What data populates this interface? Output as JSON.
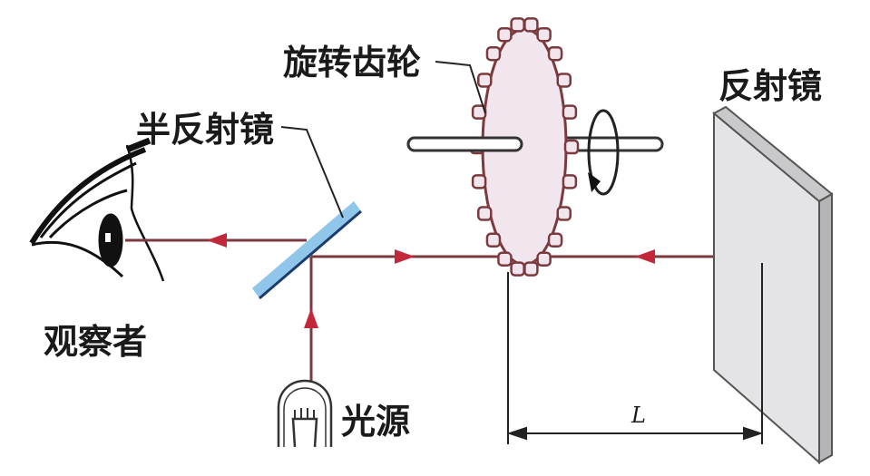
{
  "labels": {
    "rotating_gear": "旋转齿轮",
    "half_mirror": "半反射镜",
    "mirror": "反射镜",
    "observer": "观察者",
    "light_source": "光源",
    "distance": "L"
  },
  "colors": {
    "ray": "#7a3a3e",
    "arrow": "#c2283a",
    "half_mirror": "#8fc6ea",
    "gear_fill": "#f2e6ee",
    "mirror_face": "#e4e4e6"
  }
}
